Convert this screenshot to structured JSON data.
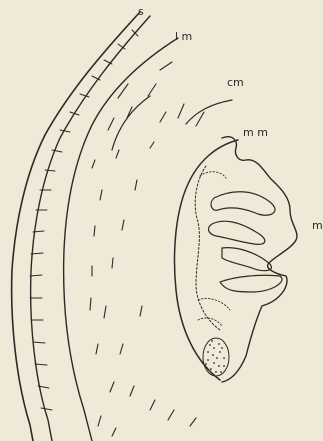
{
  "figure": {
    "labels": {
      "s": "s",
      "lm": "l m",
      "cm": "cm",
      "mm": "m m",
      "m": "m"
    }
  }
}
